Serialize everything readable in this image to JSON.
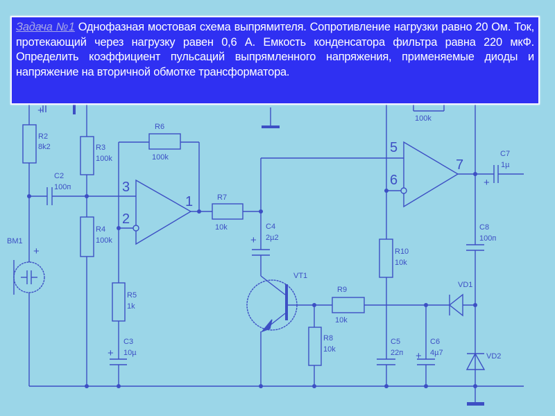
{
  "task": {
    "title": "Задача №1",
    "text": " Однофазная мостовая схема выпрямителя. Сопротивление нагрузки равно 20 Ом. Ток, протекающий через нагрузку равен 0,6 А. Емкость конденсатора фильтра равна 220 мкФ. Определить коэффициент пульсаций выпрямленного напряжения, применяемые диоды и напряжение на вторичной обмотке трансформатора."
  },
  "circuit": {
    "components": {
      "R2": {
        "name": "R2",
        "value": "8k2"
      },
      "R3": {
        "name": "R3",
        "value": "100k"
      },
      "R4": {
        "name": "R4",
        "value": "100k"
      },
      "R5": {
        "name": "R5",
        "value": "1k"
      },
      "R6": {
        "name": "R6",
        "value": "100k"
      },
      "R7": {
        "name": "R7",
        "value": "10k"
      },
      "R8": {
        "name": "R8",
        "value": "10k"
      },
      "R9": {
        "name": "R9",
        "value": "10k"
      },
      "R10": {
        "name": "R10",
        "value": "10k"
      },
      "R_top": {
        "value": "100k"
      },
      "C2": {
        "name": "C2",
        "value": "100п"
      },
      "C3": {
        "name": "C3",
        "value": "10µ"
      },
      "C4": {
        "name": "C4",
        "value": "2µ2"
      },
      "C5": {
        "name": "C5",
        "value": "22п"
      },
      "C6": {
        "name": "C6",
        "value": "4µ7"
      },
      "C7": {
        "name": "C7",
        "value": "1µ"
      },
      "C8": {
        "name": "C8",
        "value": "100п"
      },
      "BM1": {
        "name": "BM1"
      },
      "VT1": {
        "name": "VT1"
      },
      "VD1": {
        "name": "VD1"
      },
      "VD2": {
        "name": "VD2"
      }
    },
    "pins": {
      "p1": "1",
      "p2": "2",
      "p3": "3",
      "p5": "5",
      "p6": "6",
      "p7": "7"
    },
    "plus": "+"
  }
}
